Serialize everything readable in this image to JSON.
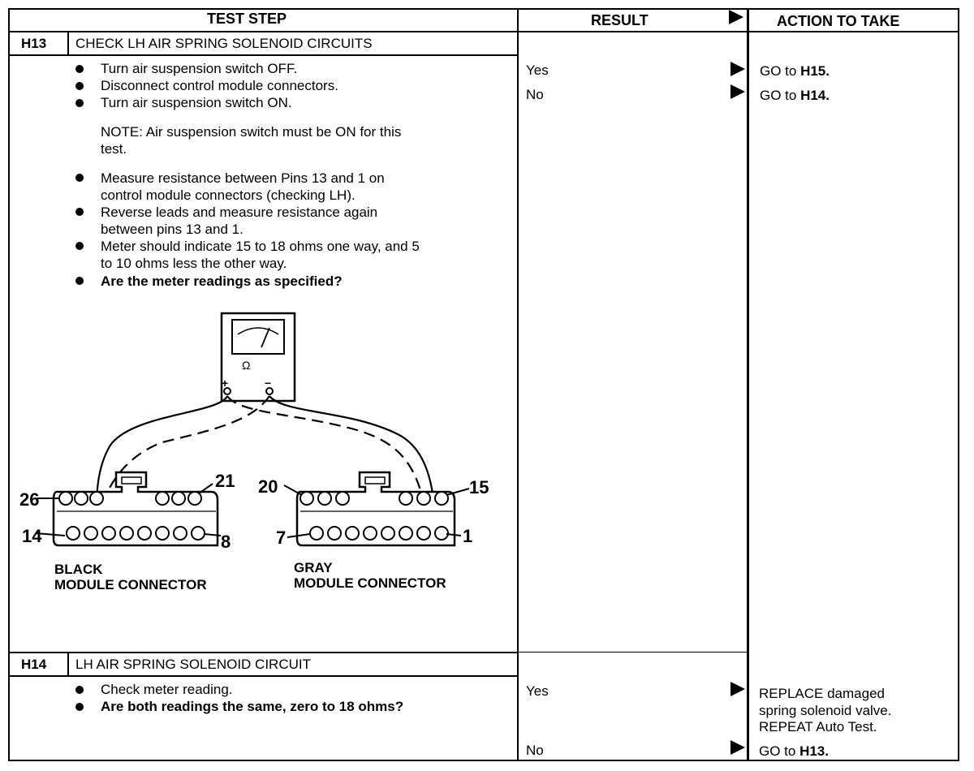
{
  "header": {
    "test_step": "TEST STEP",
    "result": "RESULT",
    "action": "ACTION TO TAKE"
  },
  "h13": {
    "id": "H13",
    "title": "CHECK LH AIR SPRING SOLENOID CIRCUITS",
    "bullets_a": [
      "Turn air suspension switch OFF.",
      "Disconnect control module connectors.",
      "Turn air suspension switch ON."
    ],
    "note_line1": "NOTE: Air suspension switch must be ON for this",
    "note_line2": "test.",
    "bullets_b": [
      [
        "Measure resistance between Pins 13 and 1 on",
        "control module connectors (checking LH)."
      ],
      [
        "Reverse leads and measure resistance again",
        "between pins 13 and 1."
      ],
      [
        "Meter should indicate 15 to 18 ohms one way, and 5",
        "to 10 ohms less the other way."
      ]
    ],
    "question": "Are the meter readings as specified?",
    "results": [
      {
        "label": "Yes",
        "action_prefix": "GO to ",
        "action_bold": "H15."
      },
      {
        "label": "No",
        "action_prefix": "GO to ",
        "action_bold": "H14."
      }
    ],
    "diagram": {
      "ohm_symbol": "Ω",
      "plus": "+",
      "minus": "−",
      "pin_26": "26",
      "pin_21": "21",
      "pin_14": "14",
      "pin_8": "8",
      "pin_20": "20",
      "pin_15": "15",
      "pin_7": "7",
      "pin_1": "1",
      "black_label_1": "BLACK",
      "black_label_2": "MODULE CONNECTOR",
      "gray_label_1": "GRAY",
      "gray_label_2": "MODULE CONNECTOR"
    }
  },
  "h14": {
    "id": "H14",
    "title": "LH AIR SPRING SOLENOID CIRCUIT",
    "bullet_1": "Check meter reading.",
    "question": "Are both readings the same, zero to 18 ohms?",
    "yes_label": "Yes",
    "yes_action": [
      "REPLACE damaged",
      "spring solenoid valve.",
      "REPEAT Auto Test."
    ],
    "no_label": "No",
    "no_action_prefix": "GO to ",
    "no_action_bold": "H13."
  }
}
